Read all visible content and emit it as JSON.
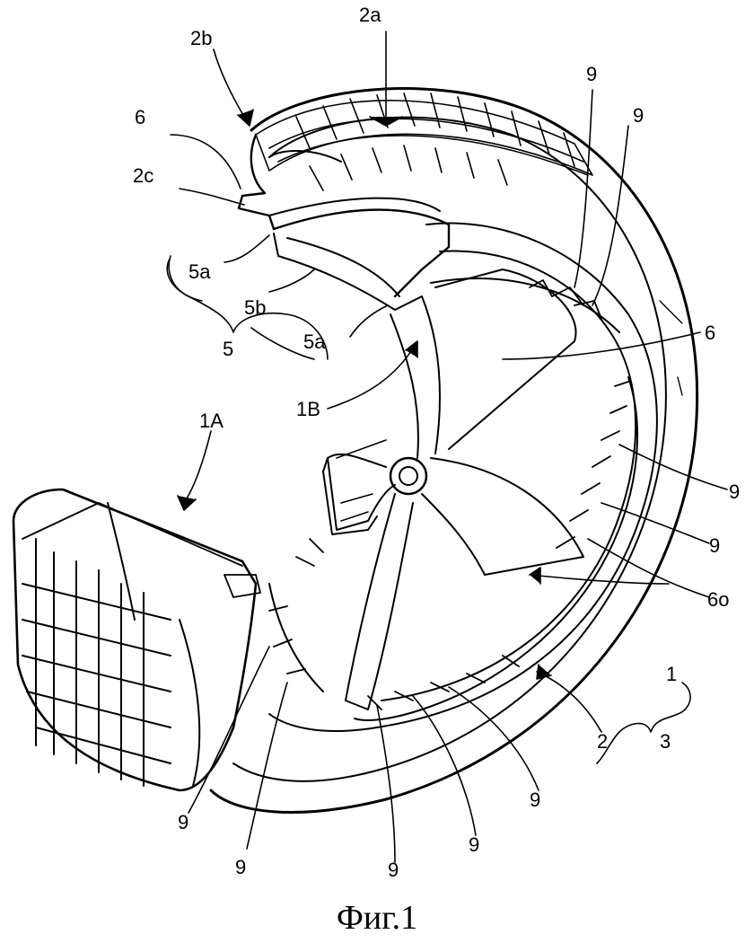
{
  "caption": "Фиг.1",
  "labels": {
    "l2a": "2a",
    "l2b": "2b",
    "l6top": "6",
    "l2c": "2c",
    "l5a_left": "5a",
    "l5b": "5b",
    "l5": "5",
    "l5a_right": "5a",
    "l1B": "1B",
    "l1A": "1A",
    "l9_top1": "9",
    "l9_top2": "9",
    "l6_right": "6",
    "l9_r1": "9",
    "l9_r2": "9",
    "l6o": "6o",
    "l1": "1",
    "l2": "2",
    "l3": "3",
    "l9_b1": "9",
    "l9_b2": "9",
    "l9_b3": "9",
    "l9_b4": "9",
    "l9_b5": "9"
  }
}
